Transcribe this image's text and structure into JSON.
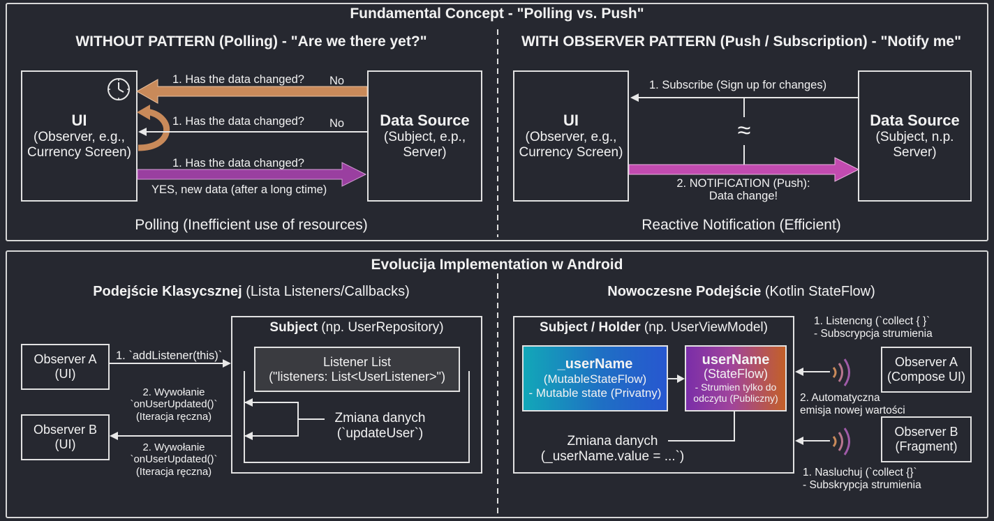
{
  "top": {
    "title": "Fundamental Concept - \"Polling vs. Push\"",
    "left": {
      "heading": "WITHOUT PATTERN (Polling) - \"Are we there yet?\"",
      "ui_head": "UI",
      "ui_text": "(Observer, e.g.,\nCurrency Screen)",
      "ds_head": "Data Source",
      "ds_text": "(Subject, e.p.,\nServer)",
      "q1": "1. Has the data changed?",
      "a1": "No",
      "q2": "1. Has the data changed?",
      "a2": "No",
      "q3": "1. Has the data changed?",
      "a3": "YES, new data (after a long ctime)",
      "footer": "Polling (Inefficient use of resources)",
      "clock_icon": "clock-icon"
    },
    "right": {
      "heading": "WITH OBSERVER PATTERN (Push / Subscription) - \"Notify me\"",
      "ui_head": "UI",
      "ui_text": "(Observer, e.g.,\nCurrency Screen)",
      "ds_head": "Data Source",
      "ds_text": "(Subject, n.p.\nServer)",
      "subscribe": "1. Subscribe (Sign up for changes)",
      "wait": "≈",
      "notify": "2. NOTIFICATION (Push):\nData change!",
      "footer": "Reactive Notification (Efficient)"
    }
  },
  "bottom": {
    "title": "Evolucija Implementation w Android",
    "left": {
      "heading_bold": "Podejście Klasycsznej",
      "heading_rest": " (Lista Listeners/Callbacks)",
      "obs_a": "Observer A\n(UI)",
      "obs_b": "Observer B\n(UI)",
      "subject_bold": "Subject",
      "subject_rest": " (np. UserRepository)",
      "list": "Listener List\n(\"listeners: List<UserListener>\")",
      "add": "1. `addListener(this)`",
      "call1": "2. Wywołanie\n`onUserUpdated()`\n(Iteracja ręczna)",
      "call2": "2. Wywołanie\n`onUserUpdated()`\n(Iteracja ręczna)",
      "change": "Zmiana danych\n(`updateUser`)"
    },
    "right": {
      "heading_bold": "Nowoczesne Podejście",
      "heading_rest": " (Kotlin StateFlow)",
      "holder_bold": "Subject / Holder",
      "holder_rest": " (np. UserViewModel)",
      "mut_head": "_userName",
      "mut_text": "(MutableStateFlow)\n- Mutable state (Privatny)",
      "sf_head": "userName",
      "sf_sub": "(StateFlow)",
      "sf_text": "- Strumien tylko do\nodczytu (Publiczny)",
      "change": "Zmiana danych\n(_userName.value = ...`)",
      "obs_a": "Observer A\n(Compose UI)",
      "obs_b": "Observer B\n(Fragment)",
      "listen1": "1. Listencng (`collect { }`\n- Subscrypcja strumienia",
      "emit": "2. Automatyczna\nemisja nowej wartości",
      "listen2": "1. Nasluchuj (`collect {}`\n- Subskrypcja strumienia",
      "signal_icon": "signal-waves-icon"
    }
  },
  "colors": {
    "background": "#262830",
    "orange_arrow": "#c98a5a",
    "purple_arrow": "#9a3fa0",
    "pink_arrow": "#c24bb0"
  }
}
